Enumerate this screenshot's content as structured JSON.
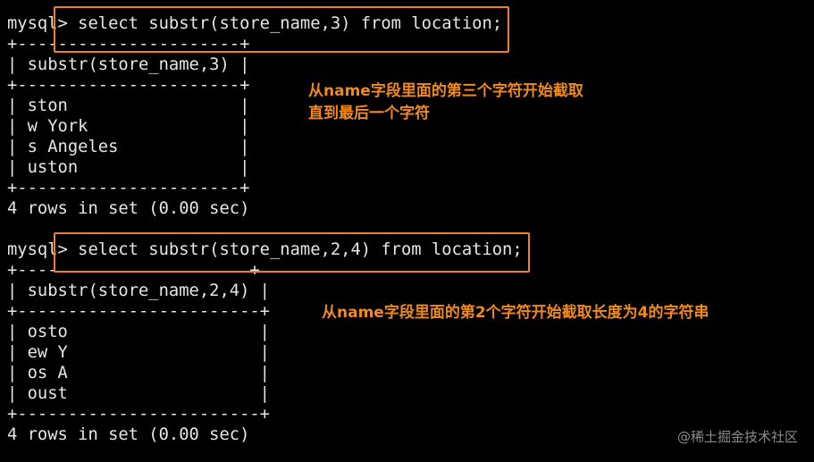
{
  "terminal": {
    "lines": [
      "mysql> select substr(store_name,3) from location;",
      "+----------------------+",
      "| substr(store_name,3) |",
      "+----------------------+",
      "| ston                 |",
      "| w York               |",
      "| s Angeles            |",
      "| uston                |",
      "+----------------------+",
      "4 rows in set (0.00 sec)",
      "",
      "mysql> select substr(store_name,2,4) from location;",
      "+----                   +",
      "| substr(store_name,2,4) |",
      "+------------------------+",
      "| osto                   |",
      "| ew Y                   |",
      "| os A                   |",
      "| oust                   |",
      "+------------------------+",
      "4 rows in set (0.00 sec)"
    ]
  },
  "annotations": {
    "first_line1": "从name字段里面的第三个字符开始截取",
    "first_line2": "直到最后一个字符",
    "second": "从name字段里面的第2个字符开始截取长度为4的字符串"
  },
  "watermark": "@稀土掘金技术社区",
  "colors": {
    "background": "#000000",
    "text": "#e6e6e6",
    "highlight": "#f07f2a",
    "annotation": "#f08a1c",
    "watermark": "#8a8a8a"
  }
}
